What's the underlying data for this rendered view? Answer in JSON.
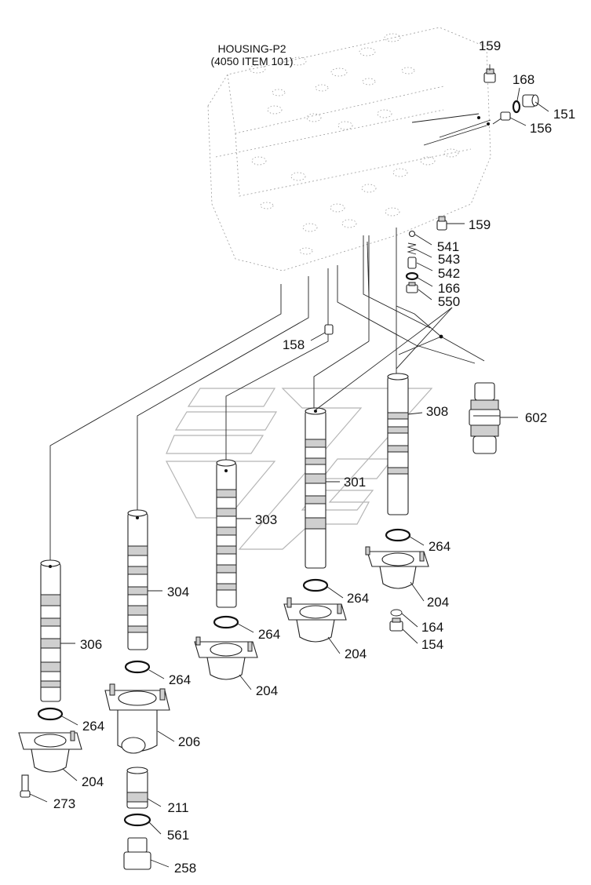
{
  "housing": {
    "title_line1": "HOUSING-P2",
    "title_line2": "(4050 ITEM 101)"
  },
  "callouts": [
    {
      "id": "c159a",
      "label": "159"
    },
    {
      "id": "c168",
      "label": "168"
    },
    {
      "id": "c151",
      "label": "151"
    },
    {
      "id": "c156",
      "label": "156"
    },
    {
      "id": "c159b",
      "label": "159"
    },
    {
      "id": "c541",
      "label": "541"
    },
    {
      "id": "c543",
      "label": "543"
    },
    {
      "id": "c542",
      "label": "542"
    },
    {
      "id": "c166",
      "label": "166"
    },
    {
      "id": "c550",
      "label": "550"
    },
    {
      "id": "c158",
      "label": "158"
    },
    {
      "id": "c308",
      "label": "308"
    },
    {
      "id": "c602",
      "label": "602"
    },
    {
      "id": "c301",
      "label": "301"
    },
    {
      "id": "c303",
      "label": "303"
    },
    {
      "id": "c304",
      "label": "304"
    },
    {
      "id": "c306",
      "label": "306"
    },
    {
      "id": "c264a",
      "label": "264"
    },
    {
      "id": "c264b",
      "label": "264"
    },
    {
      "id": "c264c",
      "label": "264"
    },
    {
      "id": "c264d",
      "label": "264"
    },
    {
      "id": "c264e",
      "label": "264"
    },
    {
      "id": "c204a",
      "label": "204"
    },
    {
      "id": "c204b",
      "label": "204"
    },
    {
      "id": "c204c",
      "label": "204"
    },
    {
      "id": "c204d",
      "label": "204"
    },
    {
      "id": "c164",
      "label": "164"
    },
    {
      "id": "c154",
      "label": "154"
    },
    {
      "id": "c206",
      "label": "206"
    },
    {
      "id": "c211",
      "label": "211"
    },
    {
      "id": "c561",
      "label": "561"
    },
    {
      "id": "c273",
      "label": "273"
    },
    {
      "id": "c258",
      "label": "258"
    }
  ]
}
